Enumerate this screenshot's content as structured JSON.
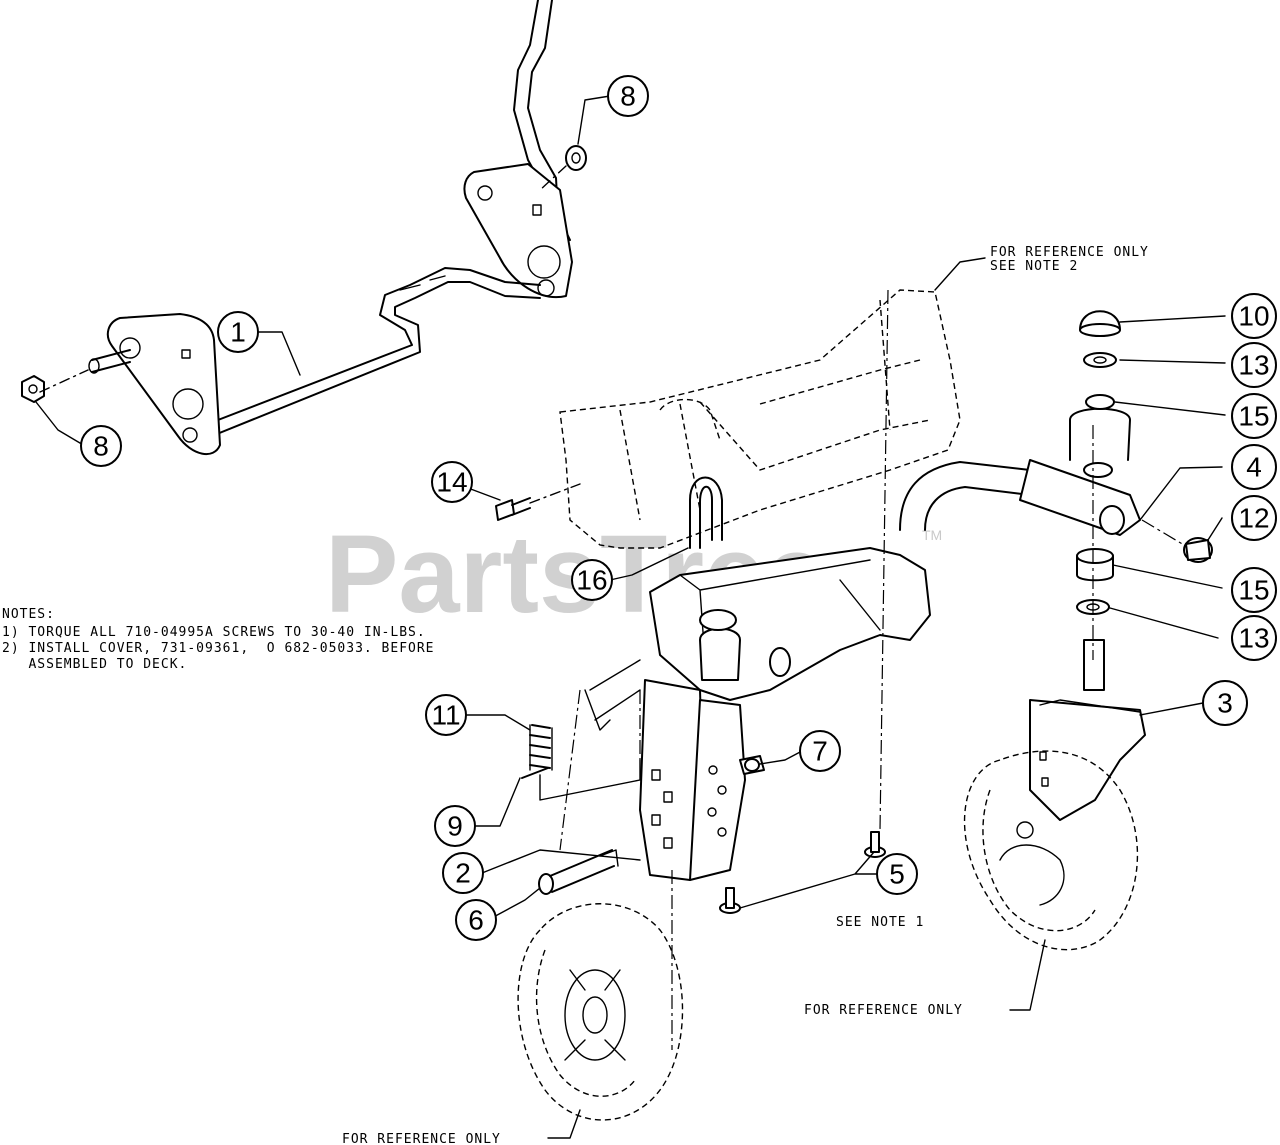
{
  "watermark": {
    "brand": "PartsTree",
    "trademark": "TM"
  },
  "notes": {
    "heading": "NOTES:",
    "line1": "1) TORQUE ALL 710-04995A SCREWS TO 30-40 IN-LBS.",
    "line2": "2) INSTALL COVER, 731-09361,  O 682-05033. BEFORE",
    "line3": "   ASSEMBLED TO DECK."
  },
  "annotations": {
    "ref_top_1": "FOR REFERENCE ONLY",
    "ref_top_2": "SEE NOTE 2",
    "see_note_1": "SEE NOTE 1",
    "ref_right_wheel": "FOR REFERENCE ONLY",
    "ref_left_wheel": "FOR REFERENCE ONLY"
  },
  "callouts": {
    "c1": "1",
    "c2": "2",
    "c3": "3",
    "c4": "4",
    "c5": "5",
    "c6": "6",
    "c7": "7",
    "c8a": "8",
    "c8b": "8",
    "c9": "9",
    "c10": "10",
    "c11": "11",
    "c12": "12",
    "c13a": "13",
    "c13b": "13",
    "c14": "14",
    "c15a": "15",
    "c15b": "15",
    "c16": "16"
  }
}
